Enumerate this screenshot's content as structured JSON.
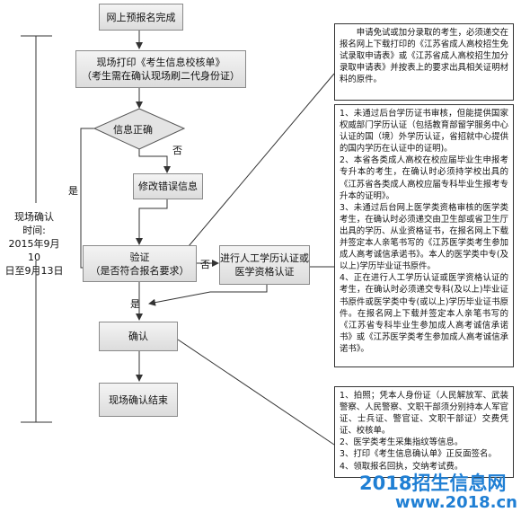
{
  "flow": {
    "step_online": "网上预报名完成",
    "step_print_line1": "现场打印《考生信息校核单》",
    "step_print_line2": "（考生需在确认现场刷二代身份证）",
    "decision_info": "信息正确",
    "label_no_1": "否",
    "label_yes_1": "是",
    "step_fix": "修改错误信息",
    "step_verify_line1": "验证",
    "step_verify_line2": "（是否符合报名要求）",
    "label_no_2": "否",
    "step_manual_line1": "进行人工学历认证或",
    "step_manual_line2": "医学资格认证",
    "label_yes_2": "是",
    "step_confirm": "确认",
    "step_end": "现场确认结束"
  },
  "side_label": {
    "line1": "现场确认",
    "line2": "时间:",
    "line3": "2015年9月10",
    "line4": "日至9月13日"
  },
  "notes": {
    "top": "申请免试或加分录取的考生，必须递交在报名网上下载打印的《江苏省成人高校招生免试录取申请表》或《江苏省成人高校招生加分录取申请表》并按表上的要求出具相关证明材料的原件。",
    "middle": [
      "1、未通过后台学历证书审核，但能提供国家权威部门学历认证（包括教育部留学服务中心认证的国（境）外学历认证，省招就中心提供的国内学历在认证中的证明)。",
      "2、本省各类成人高校在校应届毕业生申报考专升本的考生，在确认时必须持学校出具的《江苏省各类成人高校应届专科毕业生报考专升本的证明》。",
      "3、未通过后台网上医学类资格审核的医学类考生，在确认时必须递交由卫生部或省卫生厅出具的学历、从业资格证书，在报名网上下载并签定本人亲笔书写的《江苏医学类考生参加成人高考诚信承诺书》。本人的医学类中专(及以上)学历毕业证书原件。",
      "4、正在进行人工学历认证或医学资格认证的考生，在确认时必须递交专科(及以上)毕业证书原件或医学类中专(或以上)学历毕业证书原件。在报名网上下载并签定本人亲笔书写的《江苏省专科毕业生参加成人高考诚信承诺书》或《江苏医学类考生参加成人高考诚信承诺书》。"
    ],
    "bottom": [
      "1、拍照；凭本人身份证（人民解放军、武装警察、人民警察、文职干部须分别持本人军官证、士兵证、警官证、文职干部证）交费凭证、校核单。",
      "2、医学类考生采集指纹等信息。",
      "3、打印《考生信息确认单》正反面签名。",
      "4、领取报名回执，交纳考试费。"
    ]
  },
  "watermark": {
    "line1": "2018招生信息网",
    "line2": "www.2018.cn"
  }
}
